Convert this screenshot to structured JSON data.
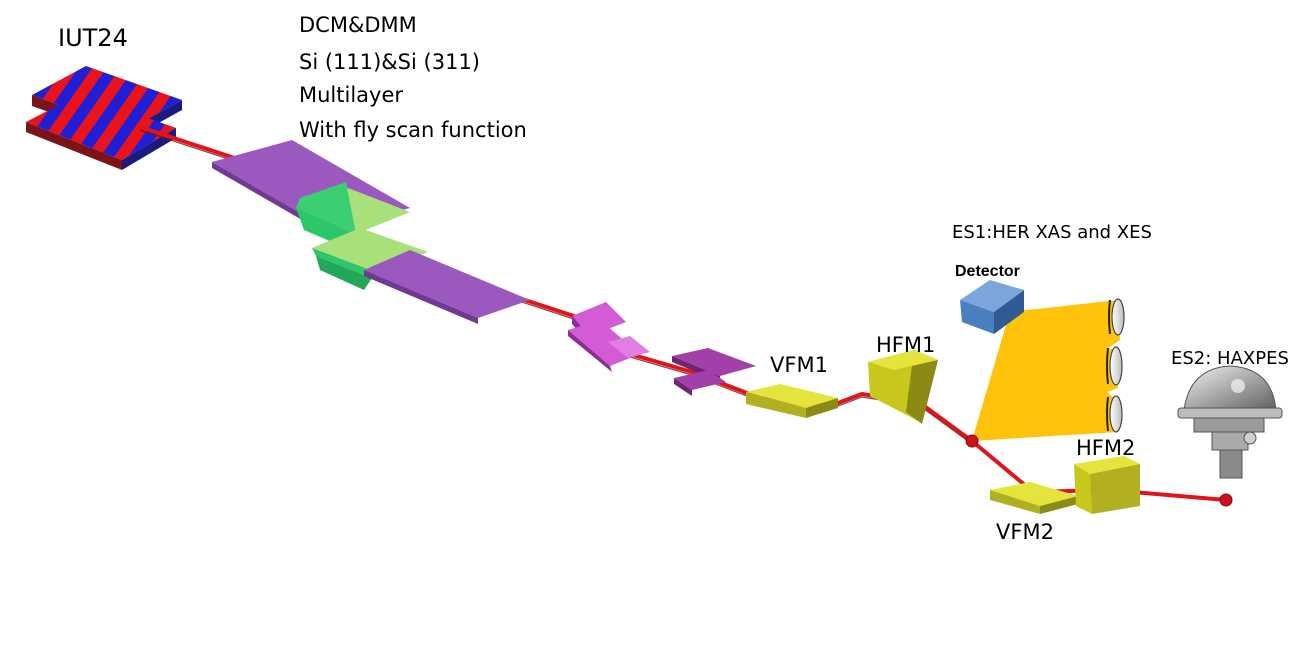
{
  "labels": {
    "undulator": "IUT24",
    "mono_lines": [
      "DCM&DMM",
      "Si (111)&Si (311)",
      "Multilayer",
      "With fly scan function"
    ],
    "vfm1": "VFM1",
    "hfm1": "HFM1",
    "vfm2": "VFM2",
    "hfm2": "HFM2",
    "es1": "ES1:HER XAS and XES",
    "detector": "Detector",
    "es2": "ES2: HAXPES"
  },
  "colors": {
    "beam": "#e0141b",
    "undulator_red": "#e8131b",
    "undulator_blue": "#1f1fd8",
    "dcm_purple": "#9b59c0",
    "dcm_green_dark": "#2ec66a",
    "dcm_green_light": "#a8e07a",
    "mirror_pink": "#d35cd6",
    "mirror_magenta": "#a040a8",
    "kb_yellow": "#c8c81c",
    "xes_fan": "#ffc000",
    "detector_blue": "#4a7fc0"
  }
}
